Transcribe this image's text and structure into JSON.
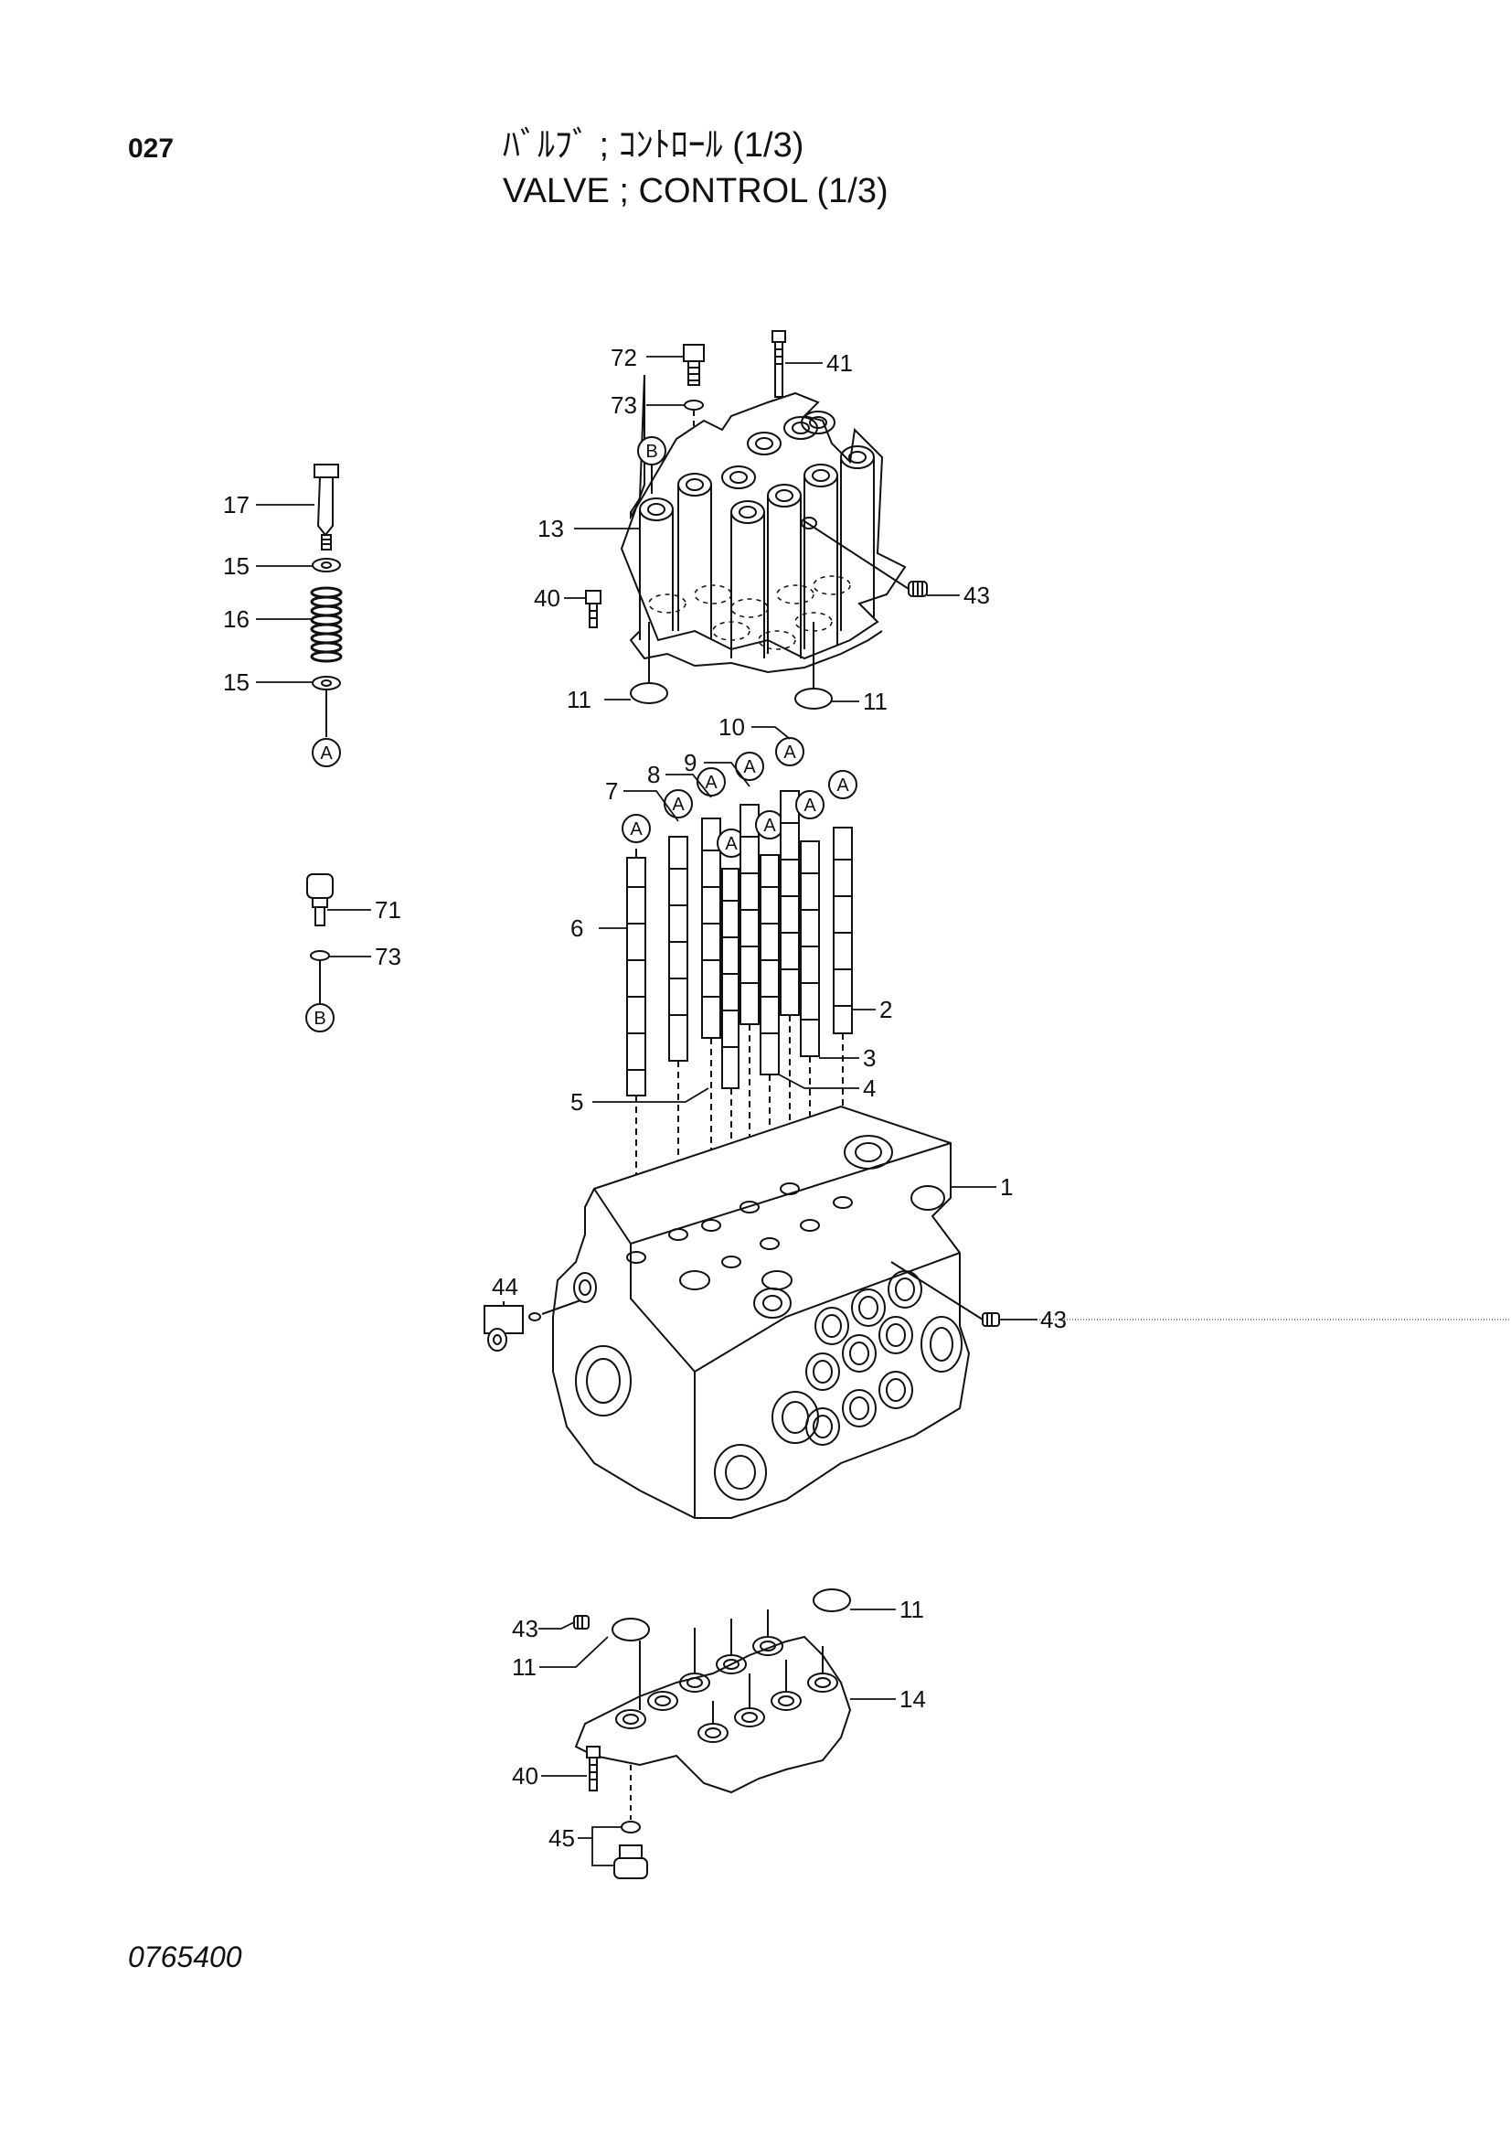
{
  "page_number": "027",
  "title": {
    "jp": "ﾊﾞﾙﾌﾞ ; ｺﾝﾄﾛｰﾙ (1/3)",
    "en": "VALVE ; CONTROL (1/3)"
  },
  "drawing_number": "0765400",
  "callouts": {
    "p72": "72",
    "p73a": "73",
    "p41": "41",
    "p13": "13",
    "p40a": "40",
    "p43a": "43",
    "p11a": "11",
    "p11b": "11",
    "p17": "17",
    "p15a": "15",
    "p16": "16",
    "p15b": "15",
    "p71": "71",
    "p73b": "73",
    "p10": "10",
    "p9": "9",
    "p8": "8",
    "p7": "7",
    "p6": "6",
    "p5": "5",
    "p2": "2",
    "p3": "3",
    "p4": "4",
    "p1": "1",
    "p44": "44",
    "p43b": "43",
    "p43c": "43",
    "p11c": "11",
    "p11d": "11",
    "p14": "14",
    "p40b": "40",
    "p45": "45"
  },
  "reference_marks": {
    "a": "A",
    "b": "B"
  }
}
